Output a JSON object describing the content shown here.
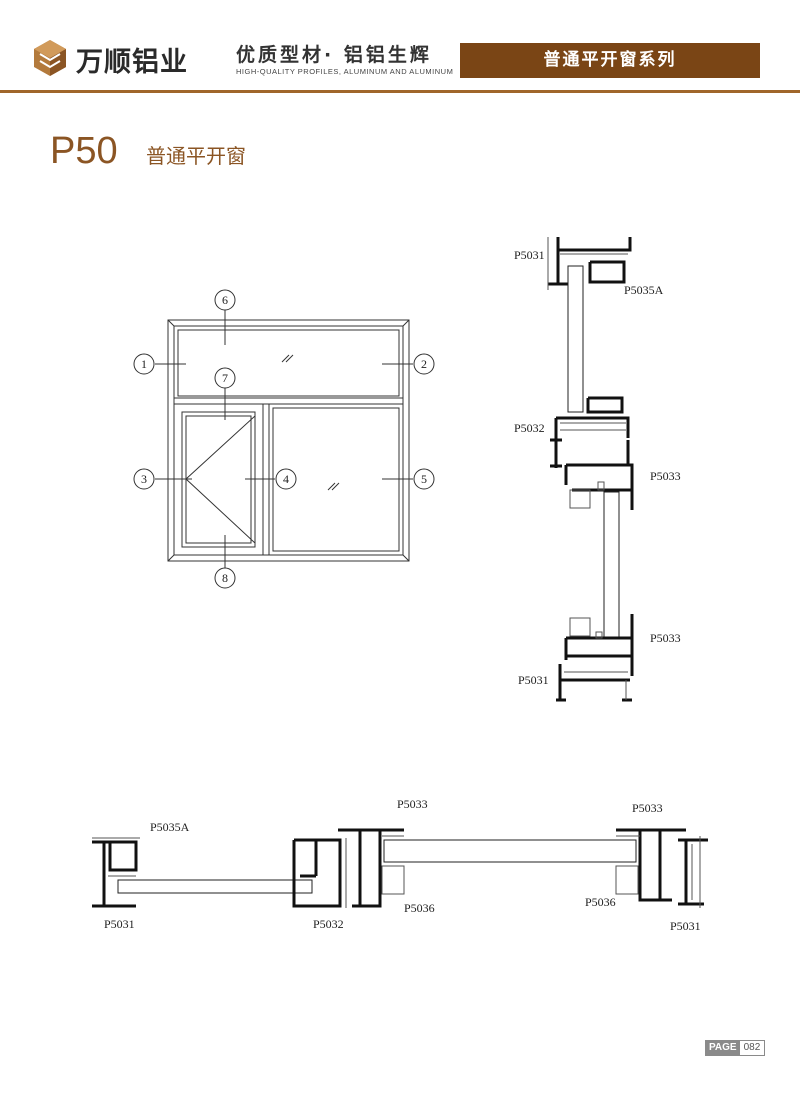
{
  "header": {
    "brand": "万顺铝业",
    "slogan": "优质型材· 铝铝生辉",
    "slogan_en": "HIGH-QUALITY PROFILES, ALUMINUM AND ALUMINUM",
    "series": "普通平开窗系列"
  },
  "title": {
    "model": "P50",
    "subtitle": "普通平开窗"
  },
  "elevation": {
    "markers": [
      "1",
      "2",
      "3",
      "4",
      "5",
      "6",
      "7",
      "8"
    ]
  },
  "vertical_section": {
    "labels": [
      "P5031",
      "P5035A",
      "P5032",
      "P5033",
      "P5033",
      "P5031"
    ]
  },
  "horizontal_section": {
    "labels": [
      "P5035A",
      "P5031",
      "P5032",
      "P5033",
      "P5036",
      "P5033",
      "P5036",
      "P5031"
    ]
  },
  "footer": {
    "page_word": "PAGE",
    "page_number": "082"
  },
  "colors": {
    "brand_brown": "#7a4515",
    "accent_rule": "#a0662a",
    "title_brown": "#8b5524"
  }
}
